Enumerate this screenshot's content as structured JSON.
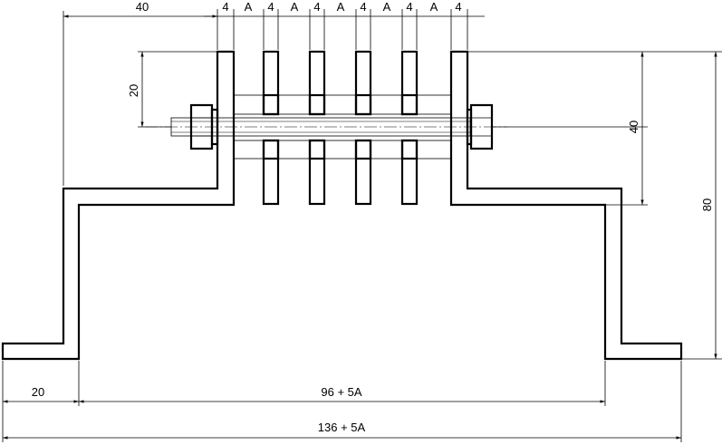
{
  "drawing": {
    "dimensions": {
      "left_offset": "40",
      "plate_thickness": "4",
      "gap": "A",
      "plate_height": "20",
      "bolt_height": "40",
      "total_height": "80",
      "flange_width": "20",
      "inner_width": "96 + 5A",
      "total_width": "136 + 5A"
    },
    "colors": {
      "line": "#000000",
      "background": "#ffffff",
      "hatch": "#000000"
    }
  }
}
